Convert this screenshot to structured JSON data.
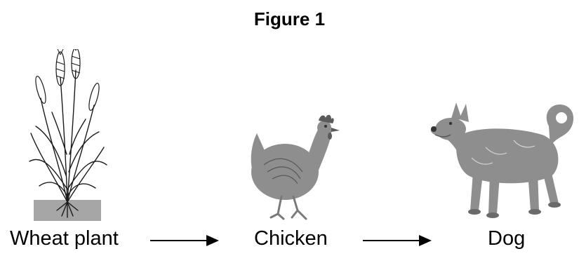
{
  "figure": {
    "title": "Figure 1"
  },
  "food_chain": [
    {
      "label": "Wheat plant",
      "icon": "wheat-plant-icon"
    },
    {
      "label": "Chicken",
      "icon": "chicken-icon"
    },
    {
      "label": "Dog",
      "icon": "dog-icon"
    }
  ],
  "colors": {
    "animal_fill": "#8e8e8e",
    "animal_dark": "#5a5a5a",
    "soil": "#a6a6a6",
    "plant_stroke": "#1a1a1a",
    "arrow": "#000000"
  }
}
